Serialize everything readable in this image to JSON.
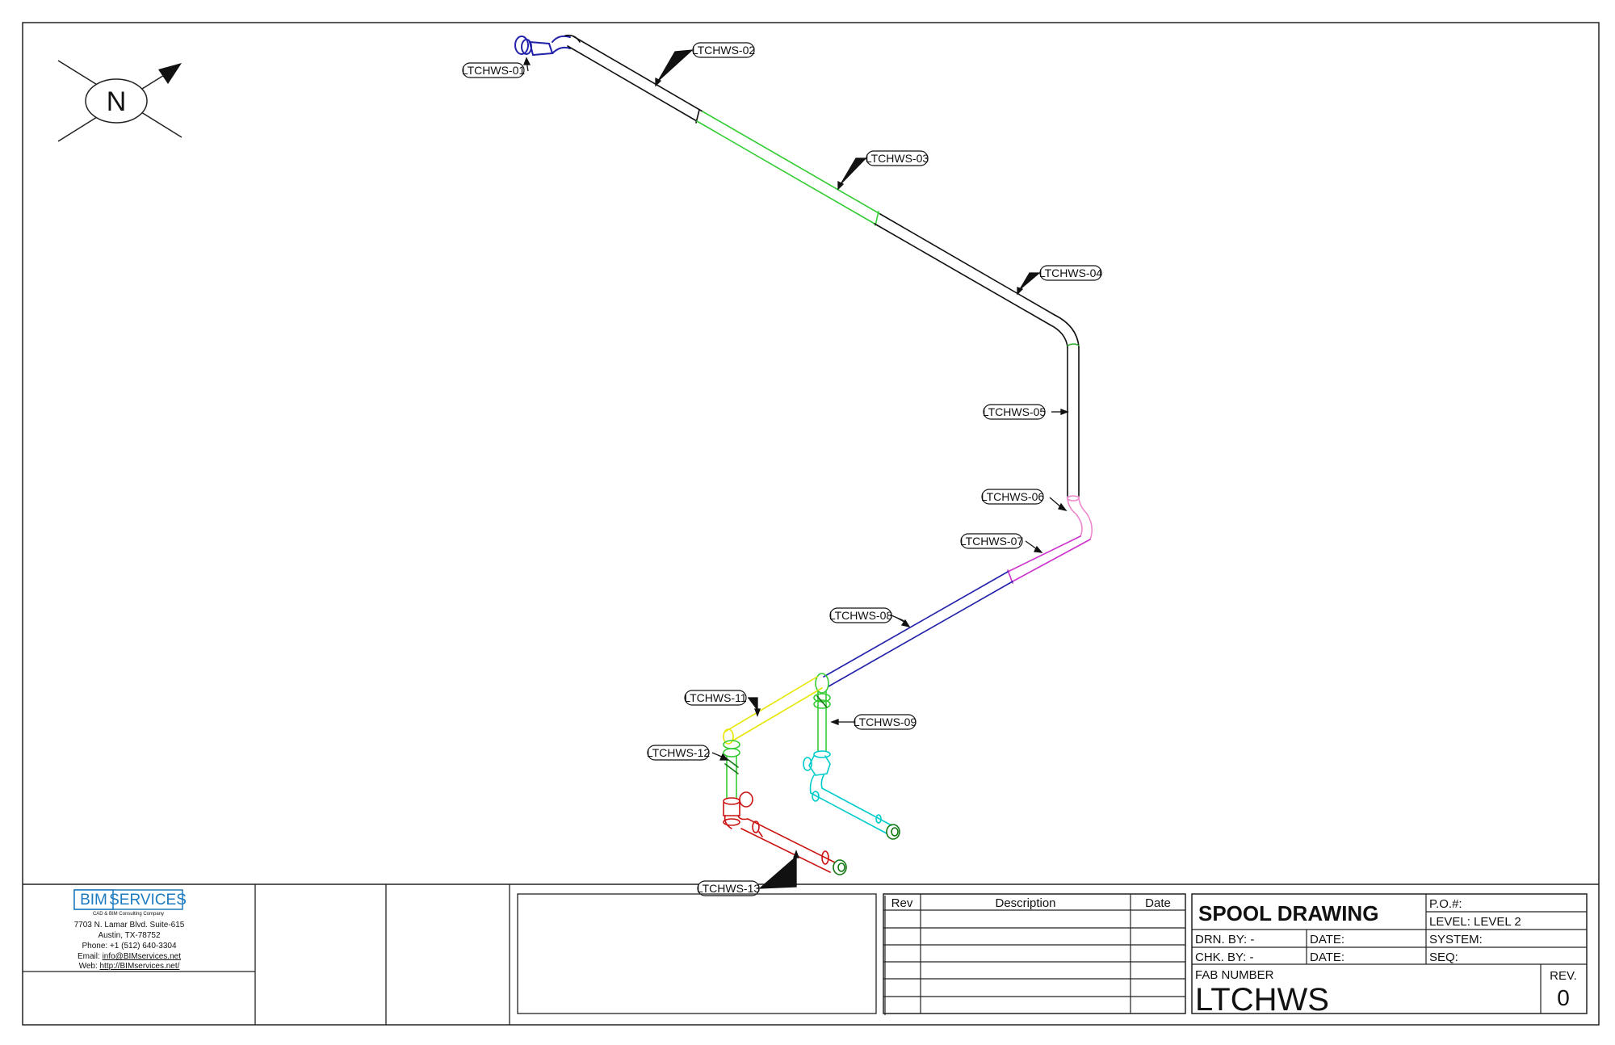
{
  "north_arrow": {
    "label": "N"
  },
  "spool_labels": [
    "LTCHWS-01",
    "LTCHWS-02",
    "LTCHWS-03",
    "LTCHWS-04",
    "LTCHWS-05",
    "LTCHWS-06",
    "LTCHWS-07",
    "LTCHWS-08",
    "LTCHWS-09",
    "LTCHWS-11",
    "LTCHWS-12",
    "LTCHWS-13"
  ],
  "company": {
    "logo_left": "BIM",
    "logo_right": "SERVICES",
    "tagline": "CAD & BIM Consulting Company",
    "address_1": "7703 N. Lamar Blvd. Suite-615",
    "address_2": "Austin, TX-78752",
    "phone": "Phone: +1 (512) 640-3304",
    "email_label": "Email: ",
    "email": "info@BIMservices.net",
    "web_label": "Web: ",
    "web": "http://BIMservices.net/"
  },
  "revision_table": {
    "headers": [
      "Rev",
      "Description",
      "Date"
    ]
  },
  "title_block": {
    "title": "SPOOL DRAWING",
    "po": "P.O.#:",
    "level": "LEVEL: LEVEL 2",
    "drn_by": "DRN. BY:  -",
    "date1": "DATE:",
    "system": "SYSTEM:",
    "chk_by": "CHK. BY:  -",
    "date2": "DATE:",
    "seq": "SEQ:",
    "fab_label": "FAB NUMBER",
    "fab_number": "LTCHWS",
    "rev_label": "REV.",
    "rev_value": "0"
  },
  "colors": {
    "line": "#111111",
    "green": "#33cc33",
    "magenta": "#cc33cc",
    "blue": "#2222aa",
    "yellow": "#e6e600",
    "cyan": "#00cccc",
    "red": "#cc1111",
    "darkgreen": "#117711",
    "logo_blue": "#1e7bbf"
  }
}
